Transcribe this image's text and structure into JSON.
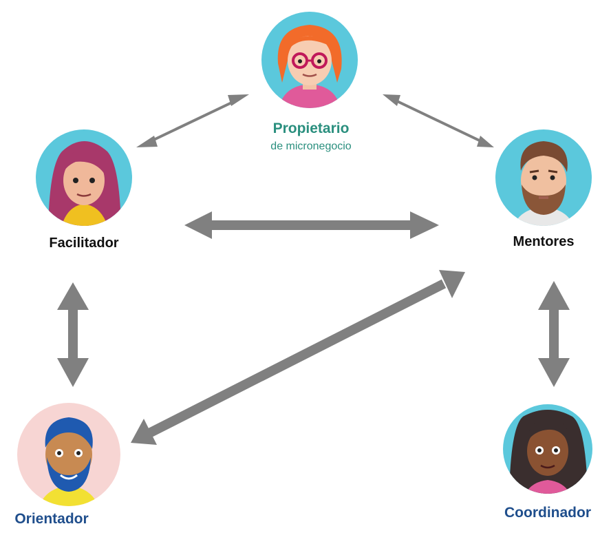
{
  "nodes": {
    "owner": {
      "title": "Propietario",
      "subtitle": "de micronegocio",
      "avatar_icon": "woman-with-glasses-avatar-icon",
      "title_color": "#2a8f7e"
    },
    "facilitator": {
      "title": "Facilitador",
      "avatar_icon": "woman-long-hair-avatar-icon",
      "title_color": "#111111"
    },
    "mentors": {
      "title": "Mentores",
      "avatar_icon": "bearded-man-avatar-icon",
      "title_color": "#111111"
    },
    "advisor": {
      "title": "Orientador",
      "avatar_icon": "blue-bearded-man-avatar-icon",
      "title_color": "#1f4e8c"
    },
    "coordinator": {
      "title": "Coordinador",
      "avatar_icon": "curly-hair-woman-avatar-icon",
      "title_color": "#1f4e8c"
    }
  },
  "colors": {
    "avatar_bg": "#5bc8dc",
    "advisor_bg": "#f7d5d3",
    "arrow": "#808080"
  }
}
